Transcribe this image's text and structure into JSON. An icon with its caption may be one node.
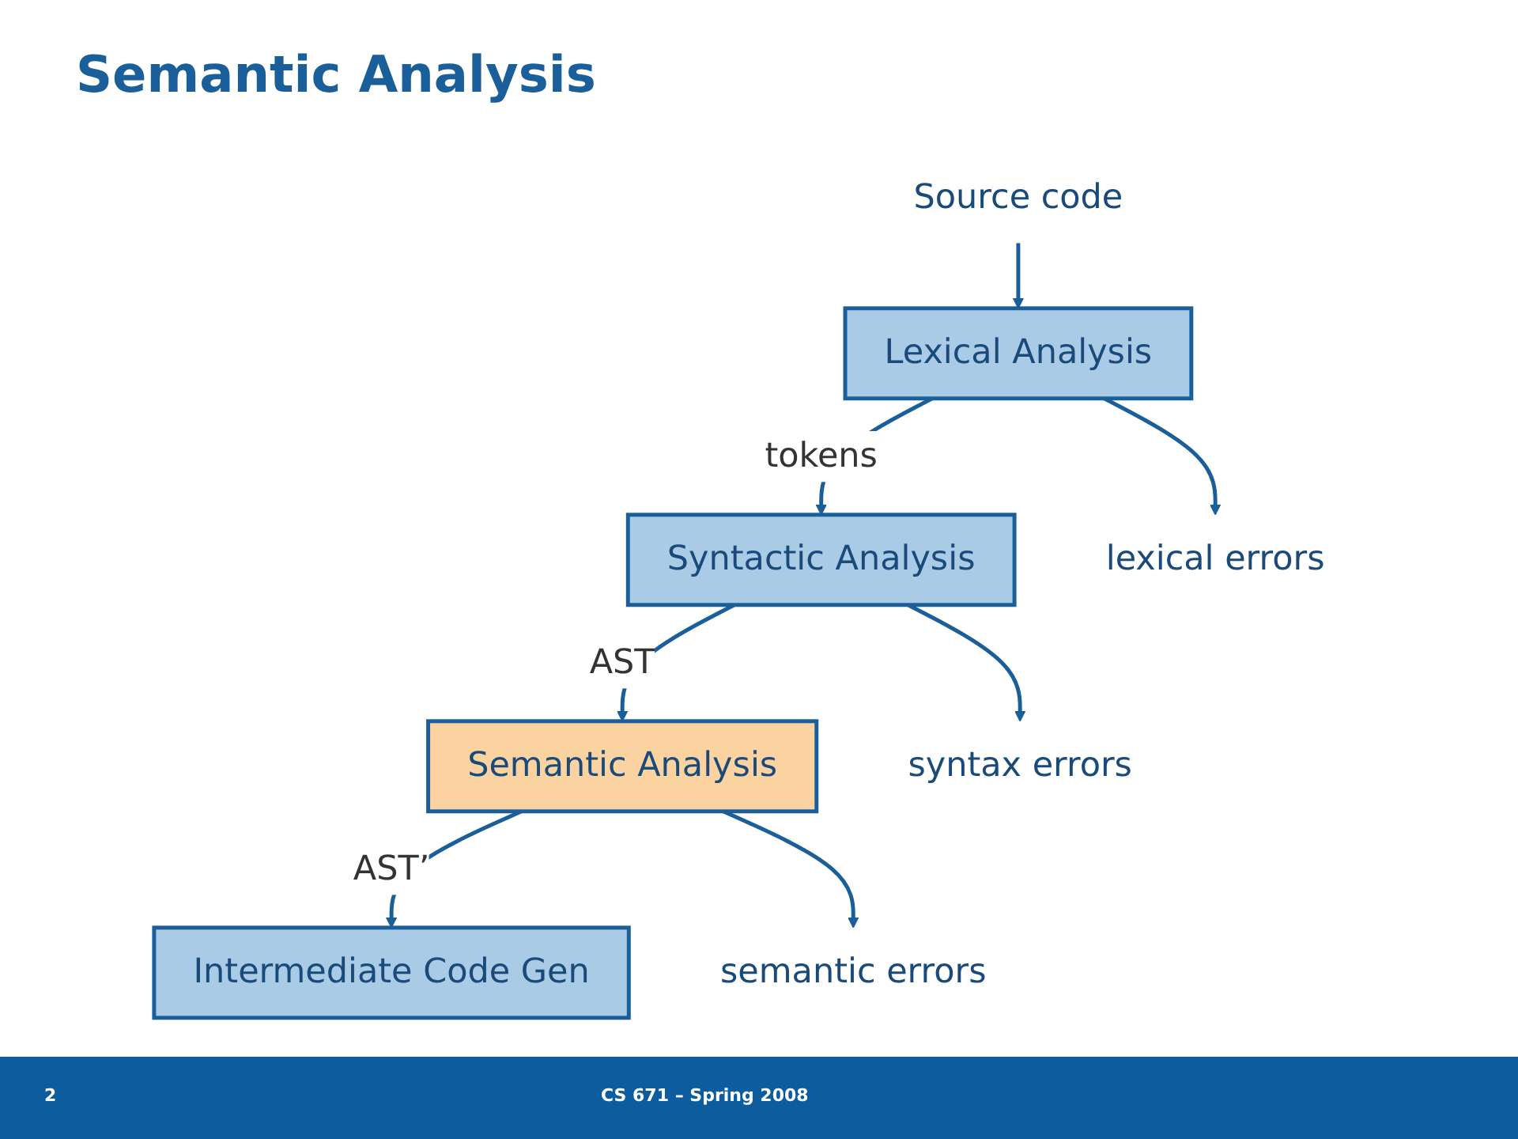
{
  "diagram": {
    "title": "Semantic Analysis",
    "nodes": [
      {
        "text": [
          "Source code"
        ]
      },
      {
        "text": [
          "Lexical Analysis"
        ]
      },
      {
        "text": [
          "Syntactic Analysis"
        ]
      },
      {
        "text": [
          "Semantic Analysis"
        ]
      },
      {
        "text": [
          "Intermediate Code Gen"
        ]
      },
      {
        "text": [
          "lexical errors"
        ]
      },
      {
        "text": [
          "syntax errors"
        ]
      },
      {
        "text": [
          "semantic errors"
        ]
      }
    ],
    "edges": [
      {
        "from": 0,
        "to": 1,
        "arrow": "to"
      },
      {
        "from": 1,
        "to": 2,
        "arrow": "to",
        "label": "tokens"
      },
      {
        "from": 2,
        "to": 3,
        "arrow": "to",
        "label": "AST"
      },
      {
        "from": 3,
        "to": 4,
        "arrow": "to",
        "label": "AST’"
      },
      {
        "from": 1,
        "to": 5,
        "arrow": "to"
      },
      {
        "from": 2,
        "to": 6,
        "arrow": "to"
      },
      {
        "from": 3,
        "to": 7,
        "arrow": "to"
      }
    ],
    "labels": [
      "2",
      "CS 671 – Spring 2008"
    ]
  }
}
